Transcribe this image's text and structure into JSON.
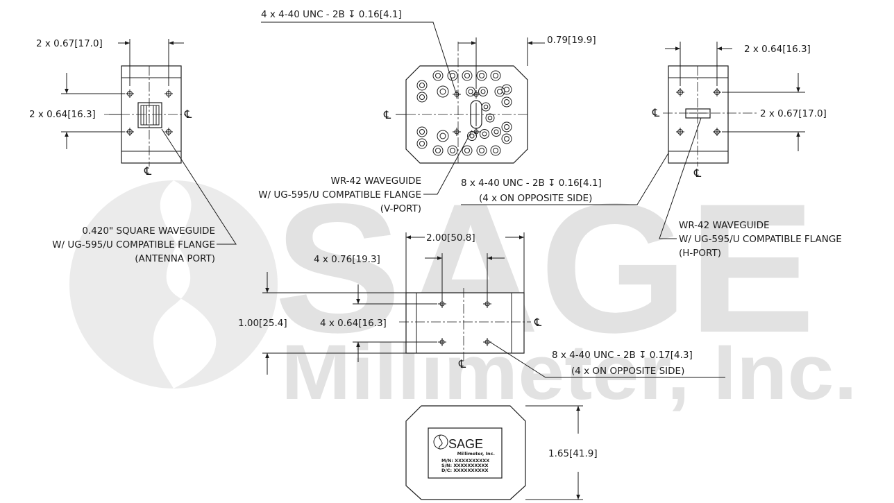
{
  "watermark": {
    "line1": "SAGE",
    "line2": "Millimeter, Inc."
  },
  "centerline_symbol": "℄",
  "left_view": {
    "dim_top": "2 x 0.67[17.0]",
    "dim_left": "2 x 0.64[16.3]",
    "callout": [
      "0.420\" SQUARE WAVEGUIDE",
      "W/ UG-595/U COMPATIBLE FLANGE",
      "(ANTENNA PORT)"
    ]
  },
  "center_view": {
    "dim_top": "4 x 4-40 UNC - 2B ↧ 0.16[4.1]",
    "dim_right": "0.79[19.9]",
    "callout_waveguide": [
      "WR-42 WAVEGUIDE",
      "W/ UG-595/U COMPATIBLE FLANGE",
      "(V-PORT)"
    ],
    "callout_holes": [
      "8 x 4-40 UNC - 2B ↧ 0.16[4.1]",
      "(4 x ON OPPOSITE SIDE)"
    ]
  },
  "right_view": {
    "dim_top": "2 x 0.64[16.3]",
    "dim_right": "2 x 0.67[17.0]",
    "callout": [
      "WR-42 WAVEGUIDE",
      "W/ UG-595/U COMPATIBLE FLANGE",
      "(H-PORT)"
    ]
  },
  "bottom_view": {
    "dim_width": "2.00[50.8]",
    "dim_spacing": "4 x 0.76[19.3]",
    "dim_height": "1.00[25.4]",
    "dim_vspacing": "4 x 0.64[16.3]",
    "callout_holes": [
      "8 x 4-40 UNC - 2B ↧ 0.17[4.3]",
      "(4 x ON OPPOSITE SIDE)"
    ]
  },
  "label_view": {
    "dim_height": "1.65[41.9]",
    "logo": "SAGE",
    "company": "Millimeter, Inc.",
    "fields": [
      "M/N: XXXXXXXXXX",
      "S/N: XXXXXXXXXX",
      "D/C: XXXXXXXXXX"
    ]
  }
}
